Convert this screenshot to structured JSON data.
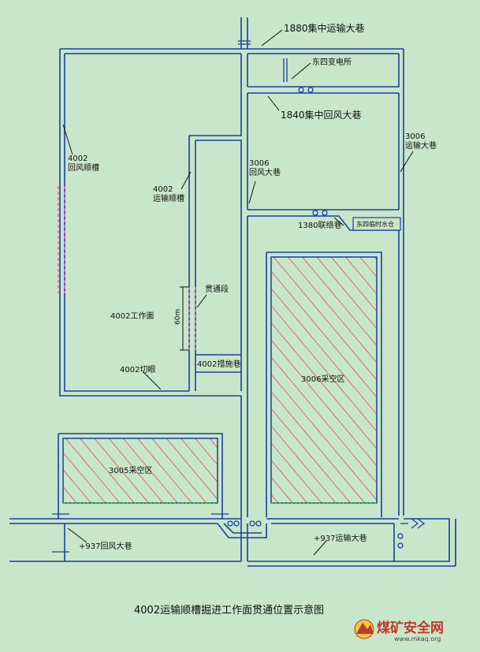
{
  "labels": {
    "main_transport_1880": "1880集中运输大巷",
    "substation_east4": "东四变电所",
    "main_return_1840": "1840集中回风大巷",
    "return_4002": "4002\n回风顺槽",
    "transport_4002": "4002\n运输顺槽",
    "return_3006": "3006\n回风大巷",
    "transport_3006": "3006\n运输大巷",
    "link_1380": "1380联络巷",
    "pump_east4": "东四临时水仓",
    "breakthrough": "贯通段",
    "face_4002": "4002工作面",
    "dist_60m": "60m",
    "measure_4002": "4002措施巷",
    "cut_4002": "4002切眼",
    "goaf_3006": "3006采空区",
    "goaf_3005": "3005采空区",
    "return_937": "+937回风大巷",
    "transport_937": "+937运输大巷"
  },
  "title": "4002运输顺槽掘进工作面贯通位置示意图",
  "watermark": {
    "brand": "煤矿安全网",
    "url": "www.mkaq.org"
  },
  "colors": {
    "background": "#c8e6c9",
    "tunnel": "#1a3fa0",
    "goaf_hatch": "#d32f2f",
    "breakthrough_dash": "#ff66cc",
    "boundary_green": "#22cc22"
  }
}
